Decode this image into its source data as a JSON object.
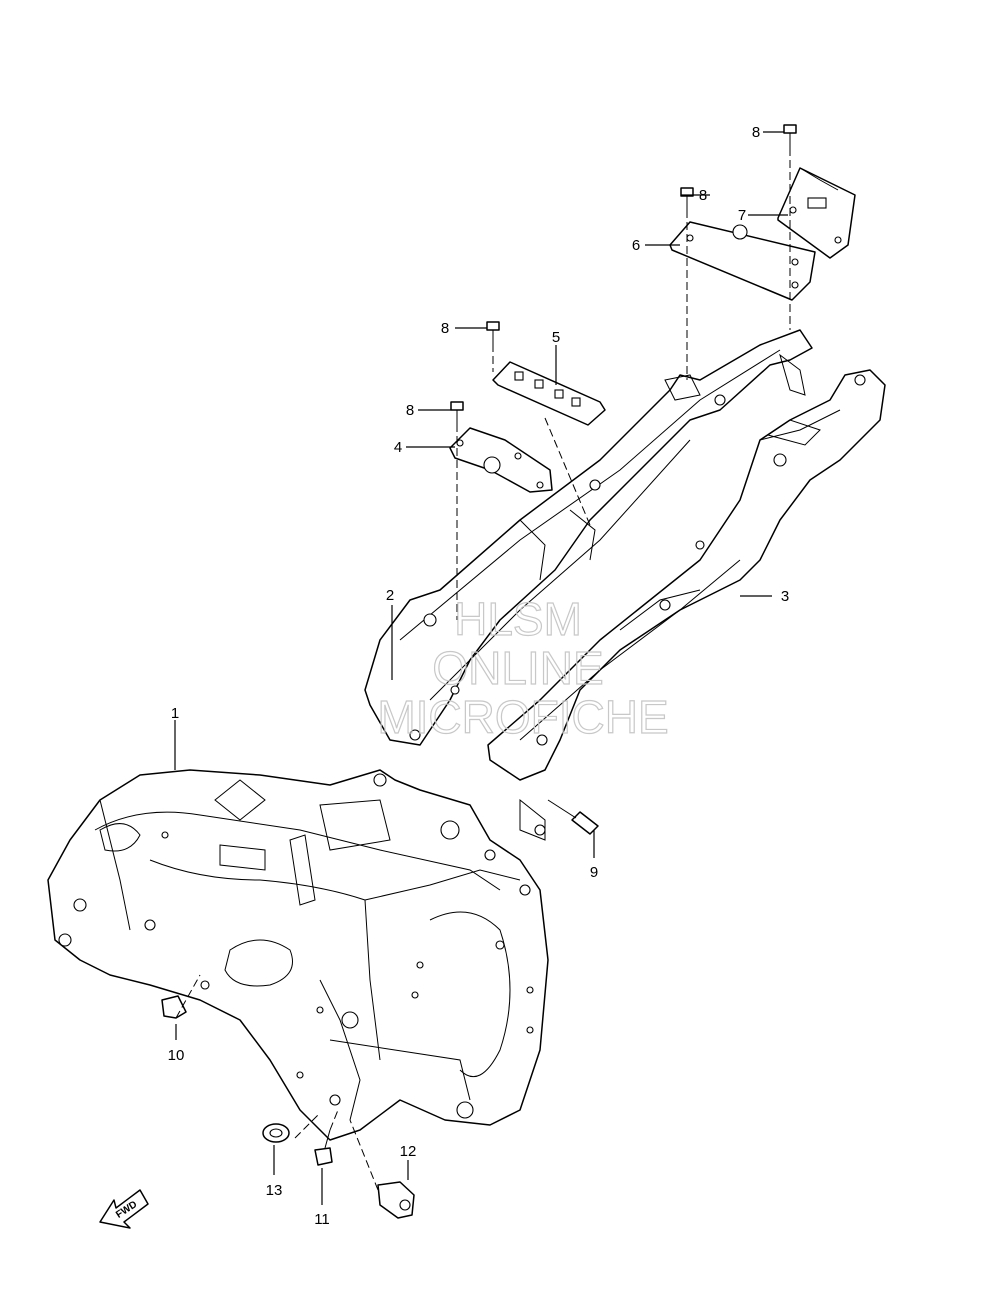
{
  "diagram": {
    "callouts": {
      "frame": "1",
      "rear_frame_left": "2",
      "rear_frame_right": "3",
      "bracket_4": "4",
      "plate_5": "5",
      "bracket_6": "6",
      "bracket_7": "7",
      "bolt_8": "8",
      "bolt_9": "9",
      "cap_10": "10",
      "bolt_11": "11",
      "bolt_12": "12",
      "washer_13": "13"
    },
    "watermark": {
      "line1": "HLSM",
      "line2": "ONLINE",
      "line3": "MICROFICHE"
    },
    "fwd_label": "FWD"
  }
}
